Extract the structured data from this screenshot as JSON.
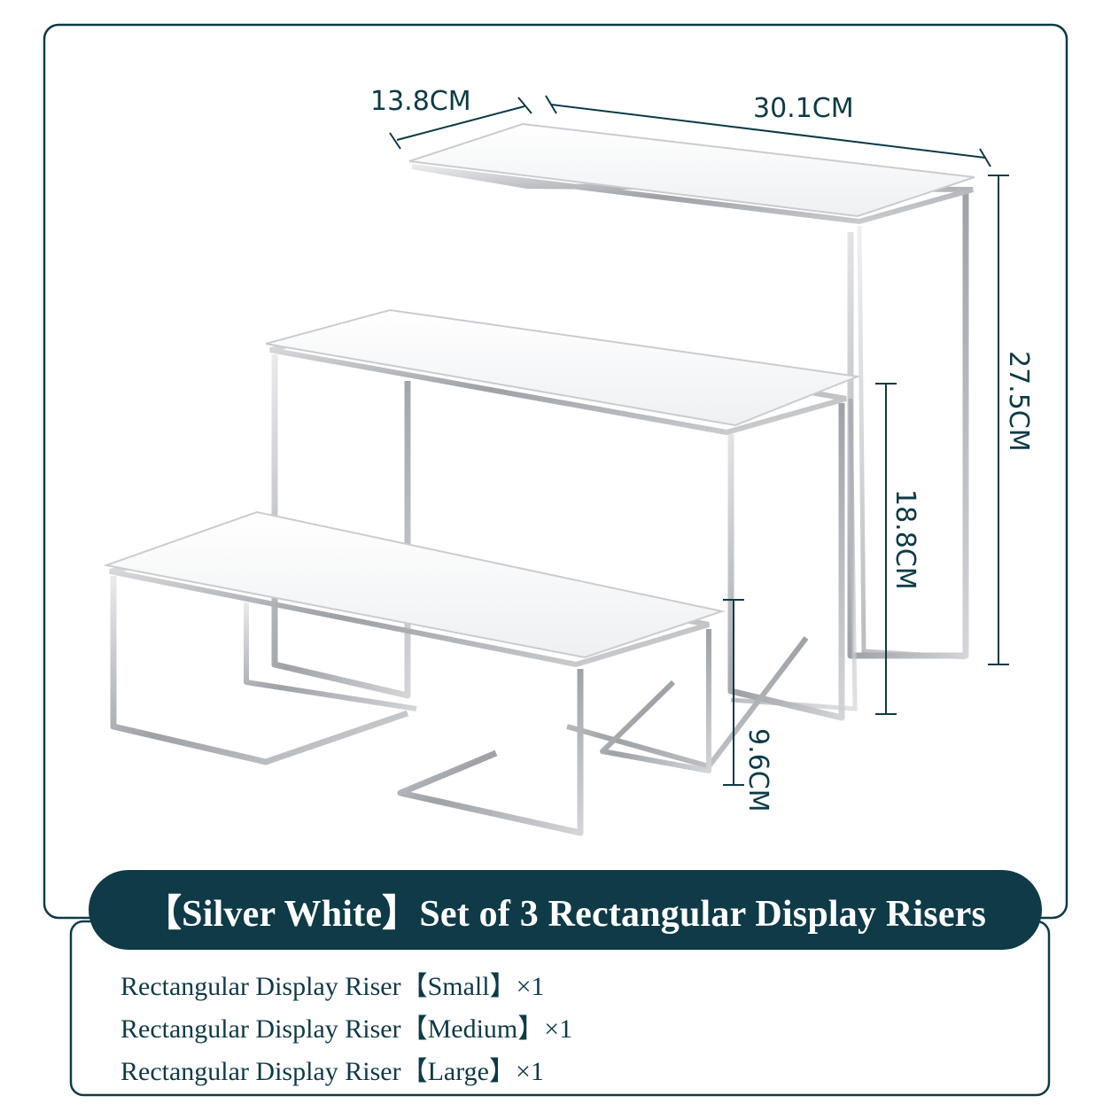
{
  "dimensions": {
    "depth": "13.8CM",
    "width": "30.1CM",
    "height_large": "27.5CM",
    "height_medium": "18.8CM",
    "height_small": "9.6CM"
  },
  "title": "【Silver White】Set of 3 Rectangular Display Risers",
  "items": [
    "Rectangular Display Riser【Small】×1",
    "Rectangular Display Riser【Medium】×1",
    "Rectangular Display Riser【Large】×1"
  ],
  "colors": {
    "accent": "#0f3a47",
    "frame": "#b9bcc0",
    "top": "#ffffff"
  }
}
